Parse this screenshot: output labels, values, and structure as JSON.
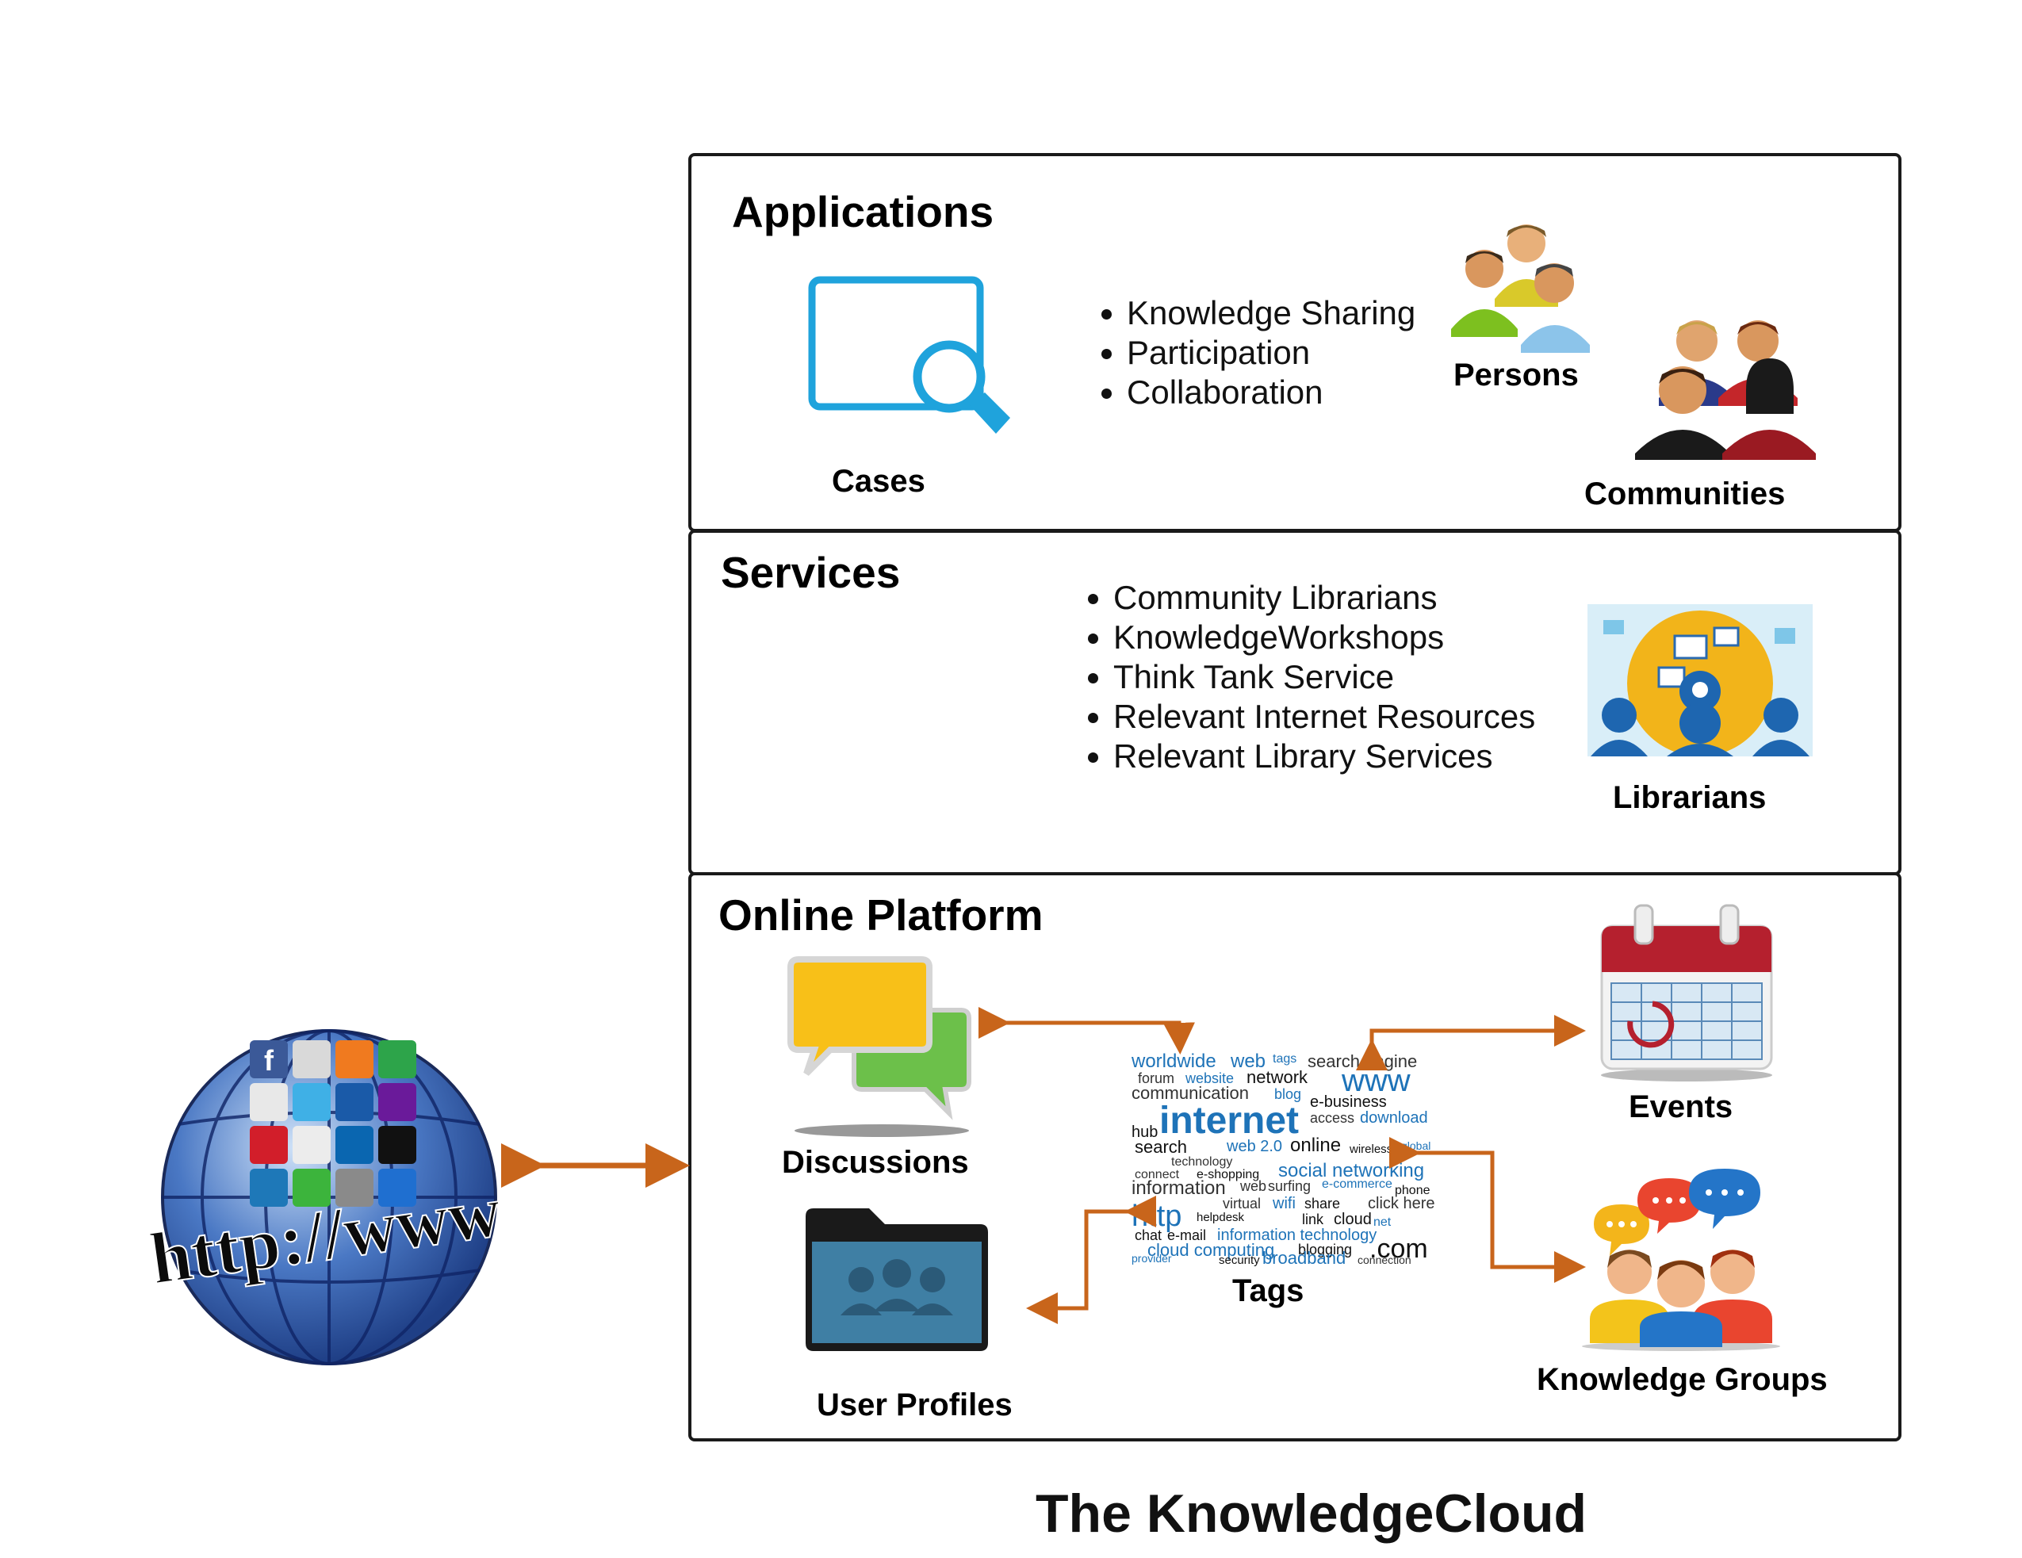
{
  "applications": {
    "title": "Applications",
    "bullets": [
      "Knowledge Sharing",
      "Participation",
      "Collaboration"
    ],
    "cases_label": "Cases",
    "persons_label": "Persons",
    "communities_label": "Communities"
  },
  "services": {
    "title": "Services",
    "bullets": [
      "Community Librarians",
      "KnowledgeWorkshops",
      "Think Tank Service",
      "Relevant Internet Resources",
      "Relevant Library Services"
    ],
    "librarians_label": "Librarians"
  },
  "online_platform": {
    "title": "Online Platform",
    "discussions_label": "Discussions",
    "user_profiles_label": "User Profiles",
    "tags_label": "Tags",
    "events_label": "Events",
    "knowledge_groups_label": "Knowledge Groups"
  },
  "globe": {
    "text": "http://www"
  },
  "tag_cloud": {
    "words": [
      "worldwide",
      "web",
      "tags",
      "search engine",
      "forum",
      "website",
      "network",
      "www",
      "communication",
      "blog",
      "e-business",
      "internet",
      "access",
      "download",
      "hub",
      "search",
      "web 2.0",
      "online",
      "wireless",
      "global",
      "technology",
      "connect",
      "e-shopping",
      "social networking",
      "information",
      "web",
      "surfing",
      "e-commerce",
      "phone",
      "virtual",
      "wifi",
      "share",
      "click here",
      "http",
      "helpdesk",
      "link",
      "cloud",
      "net",
      "chat",
      "e-mail",
      "information technology",
      "cloud computing",
      "blogging",
      ".com",
      "provider",
      "security",
      "broadband",
      "connection"
    ]
  },
  "footer": {
    "title": "The KnowledgeCloud"
  },
  "colors": {
    "arrow": "#c8651b",
    "accent_blue": "#1fa3dc",
    "panel_border": "#1a1a1a"
  }
}
